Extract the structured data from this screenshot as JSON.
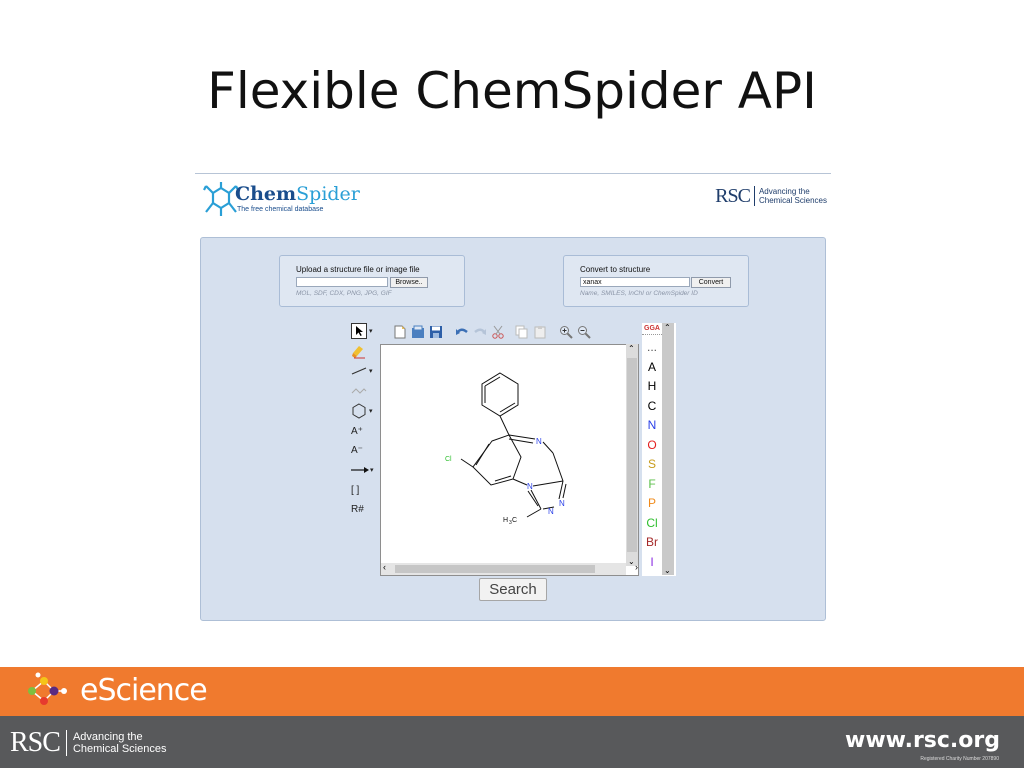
{
  "slide": {
    "title": "Flexible ChemSpider API"
  },
  "chemspider": {
    "brand_main": "Chem",
    "brand_sub": "Spider",
    "tagline": "The free chemical database",
    "rsc_logo": "RSC",
    "rsc_advancing": "Advancing the",
    "rsc_sciences": "Chemical Sciences"
  },
  "upload": {
    "label": "Upload a structure file or image file",
    "file_value": "",
    "browse_label": "Browse..",
    "hint": "MOL, SDF, CDX, PNG, JPG, GIF"
  },
  "convert": {
    "label": "Convert to structure",
    "input_value": "xanax",
    "convert_label": "Convert",
    "hint": "Name, SMILES, InChI or ChemSpider ID"
  },
  "editor": {
    "left_tools": [
      "A⁺",
      "A⁻",
      "[ ]",
      "R#"
    ],
    "ggа_label": "GGA",
    "elements": [
      {
        "sym": "...",
        "color": "#555555"
      },
      {
        "sym": "A",
        "color": "#000000"
      },
      {
        "sym": "H",
        "color": "#000000"
      },
      {
        "sym": "C",
        "color": "#000000"
      },
      {
        "sym": "N",
        "color": "#2a40e8"
      },
      {
        "sym": "O",
        "color": "#e32020"
      },
      {
        "sym": "S",
        "color": "#c79c1b"
      },
      {
        "sym": "F",
        "color": "#5bbf4a"
      },
      {
        "sym": "P",
        "color": "#f08a1a"
      },
      {
        "sym": "Cl",
        "color": "#2fbf2f"
      },
      {
        "sym": "Br",
        "color": "#a52a2a"
      },
      {
        "sym": "I",
        "color": "#8a2be2"
      }
    ],
    "atom_labels": {
      "cl": "Cl",
      "n_imine": "N",
      "n_ring1": "N",
      "n_ring2": "N",
      "n_ring3": "N",
      "methyl_h": "H",
      "methyl_sub": "3",
      "methyl_c": "C"
    }
  },
  "search": {
    "label": "Search"
  },
  "footer": {
    "escience": "eScience",
    "rsc": "RSC",
    "advancing": "Advancing the",
    "sciences": "Chemical Sciences",
    "website": "www.rsc.org",
    "charity": "Registered Charity Number 207890"
  },
  "colors": {
    "orange": "#f07a2e",
    "grey": "#58595b",
    "panel_blue": "#d6e0ee"
  }
}
